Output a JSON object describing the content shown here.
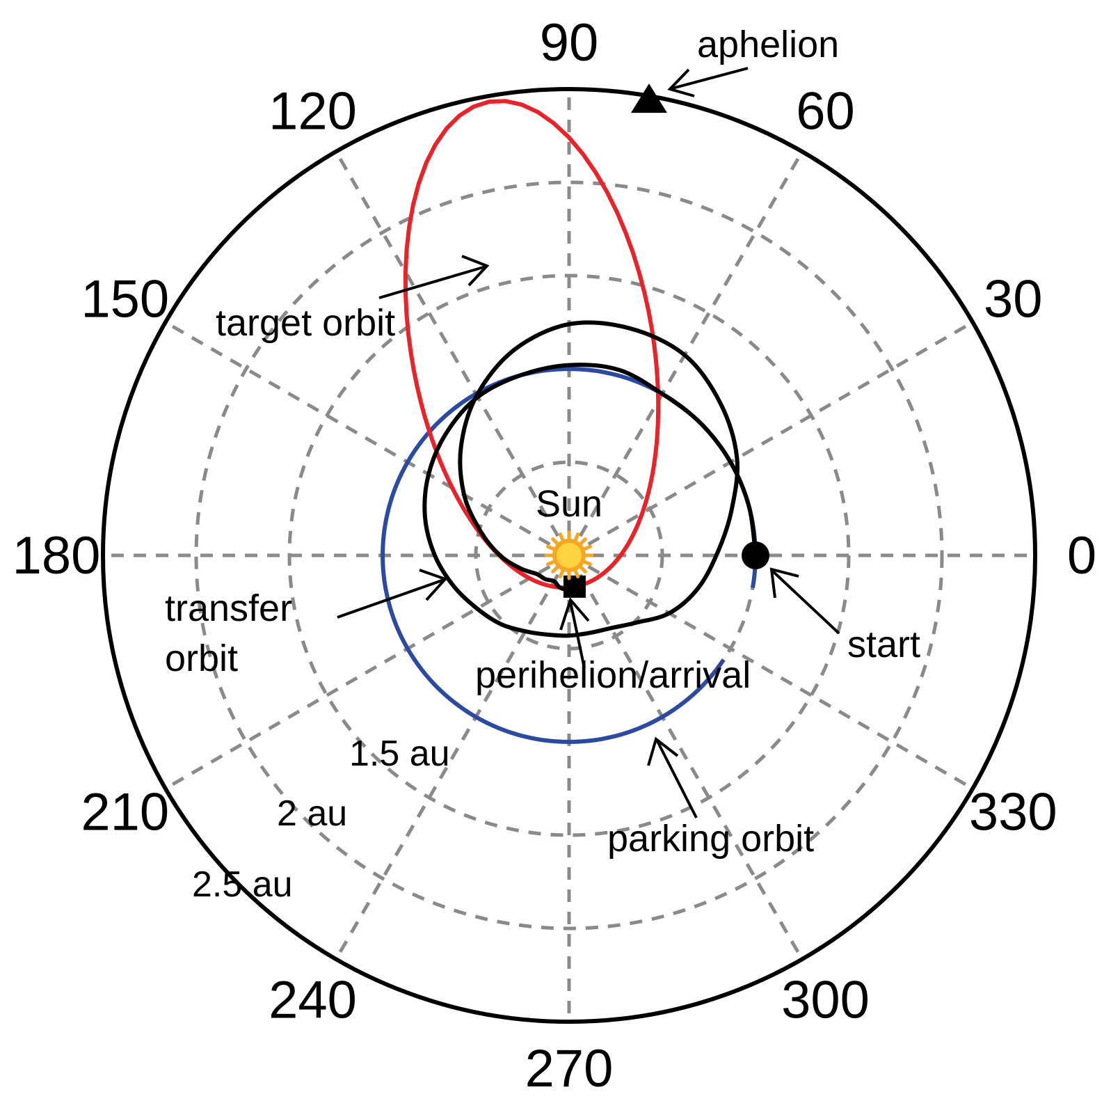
{
  "chart_data": {
    "type": "polar",
    "title": "",
    "angle_ticks": [
      "0",
      "30",
      "60",
      "90",
      "120",
      "150",
      "180",
      "210",
      "240",
      "270",
      "300",
      "330"
    ],
    "angle_tick_values_deg": [
      0,
      30,
      60,
      90,
      120,
      150,
      180,
      210,
      240,
      270,
      300,
      330
    ],
    "radial_ticks": [
      {
        "value": 0.5,
        "label": ""
      },
      {
        "value": 1.0,
        "label": ""
      },
      {
        "value": 1.5,
        "label": "1.5 au"
      },
      {
        "value": 2.0,
        "label": "2 au"
      },
      {
        "value": 2.5,
        "label": "2.5 au"
      }
    ],
    "rmax": 2.5,
    "grid": true,
    "grid_style": "dashed gray",
    "series": [
      {
        "name": "parking orbit",
        "color": "#2b4aa0",
        "kind": "circle",
        "radius": 1.0,
        "theta_from_deg": -10,
        "theta_to_deg": 327
      },
      {
        "name": "target orbit",
        "color": "#e8242a",
        "kind": "ellipse",
        "q": 0.17,
        "Q": 2.47,
        "periapsis_deg": 280
      },
      {
        "name": "transfer orbit",
        "color": "#000000",
        "kind": "spiral",
        "points_polar": [
          [
            0,
            1.0
          ],
          [
            15,
            1.0
          ],
          [
            30,
            1.0
          ],
          [
            45,
            1.0
          ],
          [
            60,
            1.0
          ],
          [
            75,
            1.03
          ],
          [
            90,
            1.02
          ],
          [
            105,
            1.0
          ],
          [
            120,
            0.98
          ],
          [
            135,
            0.93
          ],
          [
            150,
            0.87
          ],
          [
            165,
            0.8
          ],
          [
            180,
            0.72
          ],
          [
            195,
            0.64
          ],
          [
            210,
            0.57
          ],
          [
            225,
            0.52
          ],
          [
            240,
            0.47
          ],
          [
            255,
            0.44
          ],
          [
            270,
            0.43
          ],
          [
            285,
            0.43
          ],
          [
            300,
            0.45
          ],
          [
            315,
            0.51
          ],
          [
            330,
            0.62
          ],
          [
            345,
            0.71
          ],
          [
            360,
            0.79
          ],
          [
            375,
            0.9
          ],
          [
            390,
            1.04
          ],
          [
            405,
            1.15
          ],
          [
            420,
            1.24
          ],
          [
            435,
            1.26
          ],
          [
            450,
            1.24
          ],
          [
            465,
            1.14
          ],
          [
            480,
            0.99
          ],
          [
            495,
            0.82
          ],
          [
            510,
            0.65
          ],
          [
            525,
            0.49
          ],
          [
            540,
            0.37
          ],
          [
            555,
            0.27
          ],
          [
            570,
            0.2
          ],
          [
            585,
            0.18
          ],
          [
            600,
            0.16
          ],
          [
            615,
            0.18
          ],
          [
            640,
            0.2
          ]
        ]
      }
    ],
    "markers": [
      {
        "name": "start",
        "shape": "circle",
        "theta_deg": 0,
        "r": 1.0
      },
      {
        "name": "aphelion",
        "shape": "triangle",
        "theta_deg": 80,
        "r": 2.47
      },
      {
        "name": "perihelion/arrival",
        "shape": "square",
        "theta_deg": 280,
        "r": 0.17
      },
      {
        "name": "Sun",
        "shape": "sun",
        "theta_deg": 0,
        "r": 0
      }
    ],
    "annotations": {
      "sun": "Sun",
      "aphelion": "aphelion",
      "target_orbit": "target orbit",
      "transfer_orbit_line1": "transfer",
      "transfer_orbit_line2": "orbit",
      "perihelion": "perihelion/arrival",
      "start": "start",
      "parking_orbit": "parking orbit"
    },
    "colors": {
      "grid": "#8a8a8a",
      "frame": "#000000",
      "parking": "#2b4aa0",
      "target": "#e8242a",
      "transfer": "#000000",
      "sun_outer": "#f5a623",
      "sun_inner": "#ffd23f"
    }
  }
}
